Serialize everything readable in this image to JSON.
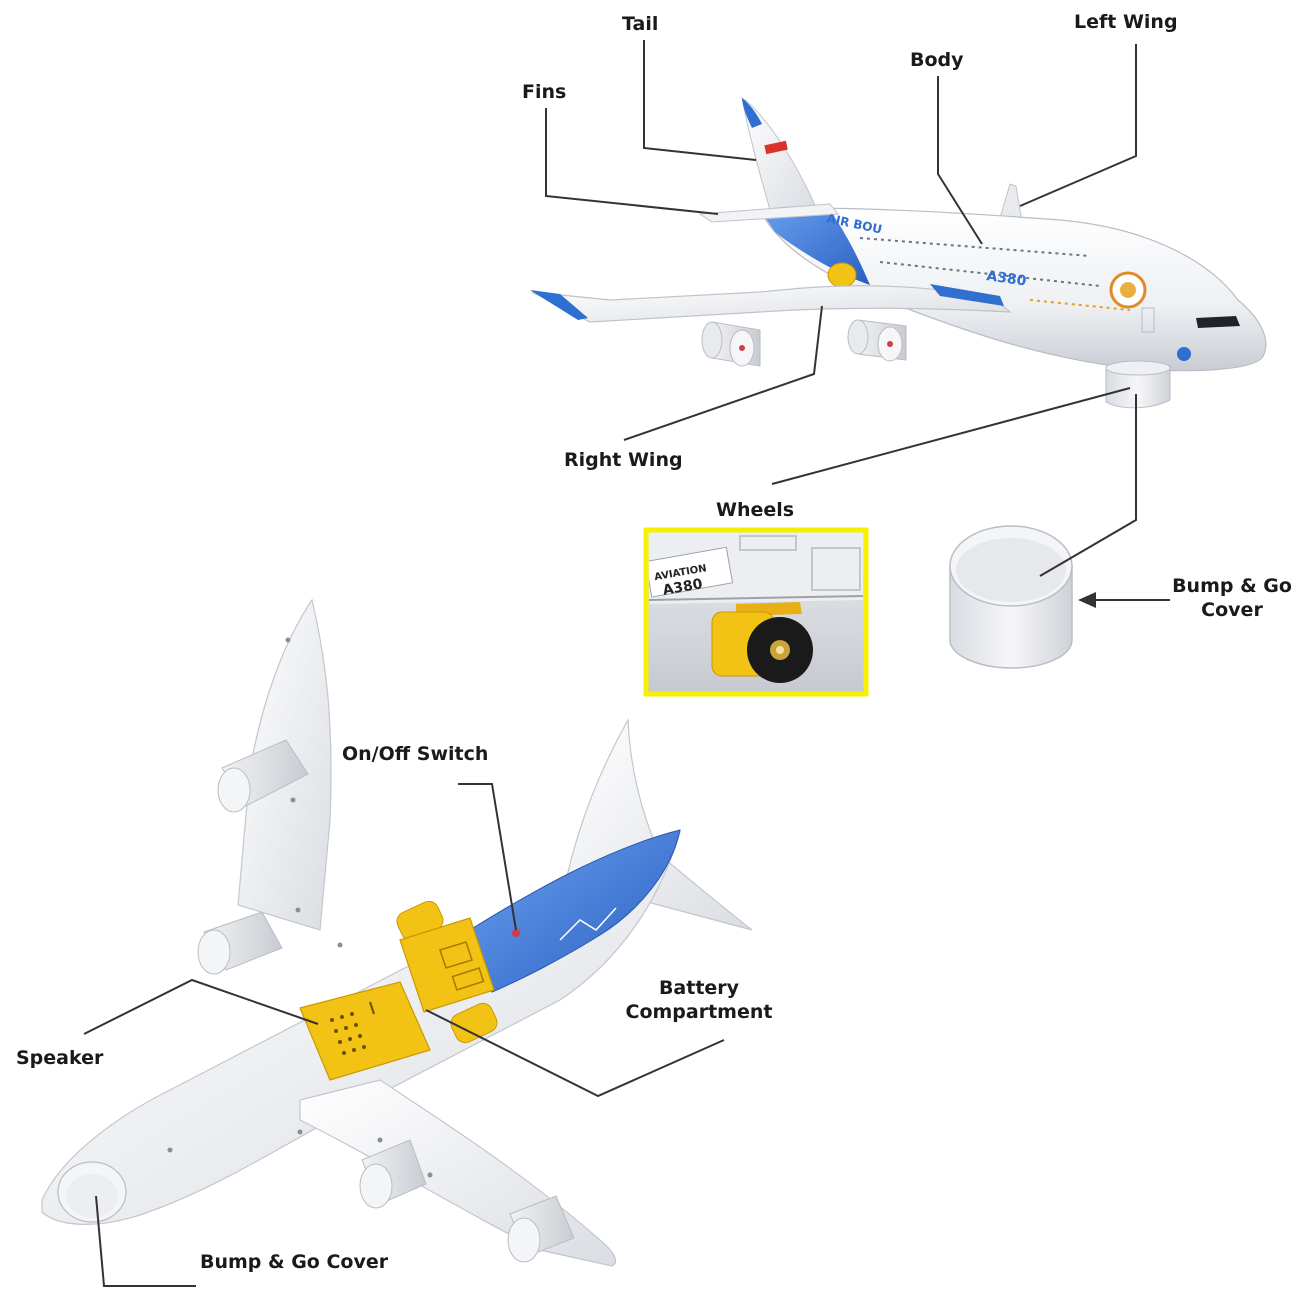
{
  "labels": {
    "tail": "Tail",
    "left_wing": "Left Wing",
    "body": "Body",
    "fins": "Fins",
    "right_wing": "Right Wing",
    "wheels": "Wheels",
    "bump_go_cover_top_line1": "Bump & Go",
    "bump_go_cover_top_line2": "Cover",
    "on_off_switch": "On/Off Switch",
    "battery_compartment_line1": "Battery",
    "battery_compartment_line2": "Compartment",
    "speaker": "Speaker",
    "bump_go_cover_bottom": "Bump & Go Cover"
  },
  "decals": {
    "airline": "AIR BOU",
    "model": "A380",
    "inset_aviation": "AVIATION",
    "inset_model": "A380"
  },
  "colors": {
    "livery_blue": "#2f6fd0",
    "accent_yellow": "#f2c214",
    "inset_border": "#f5f000",
    "leader_line": "#333333"
  }
}
